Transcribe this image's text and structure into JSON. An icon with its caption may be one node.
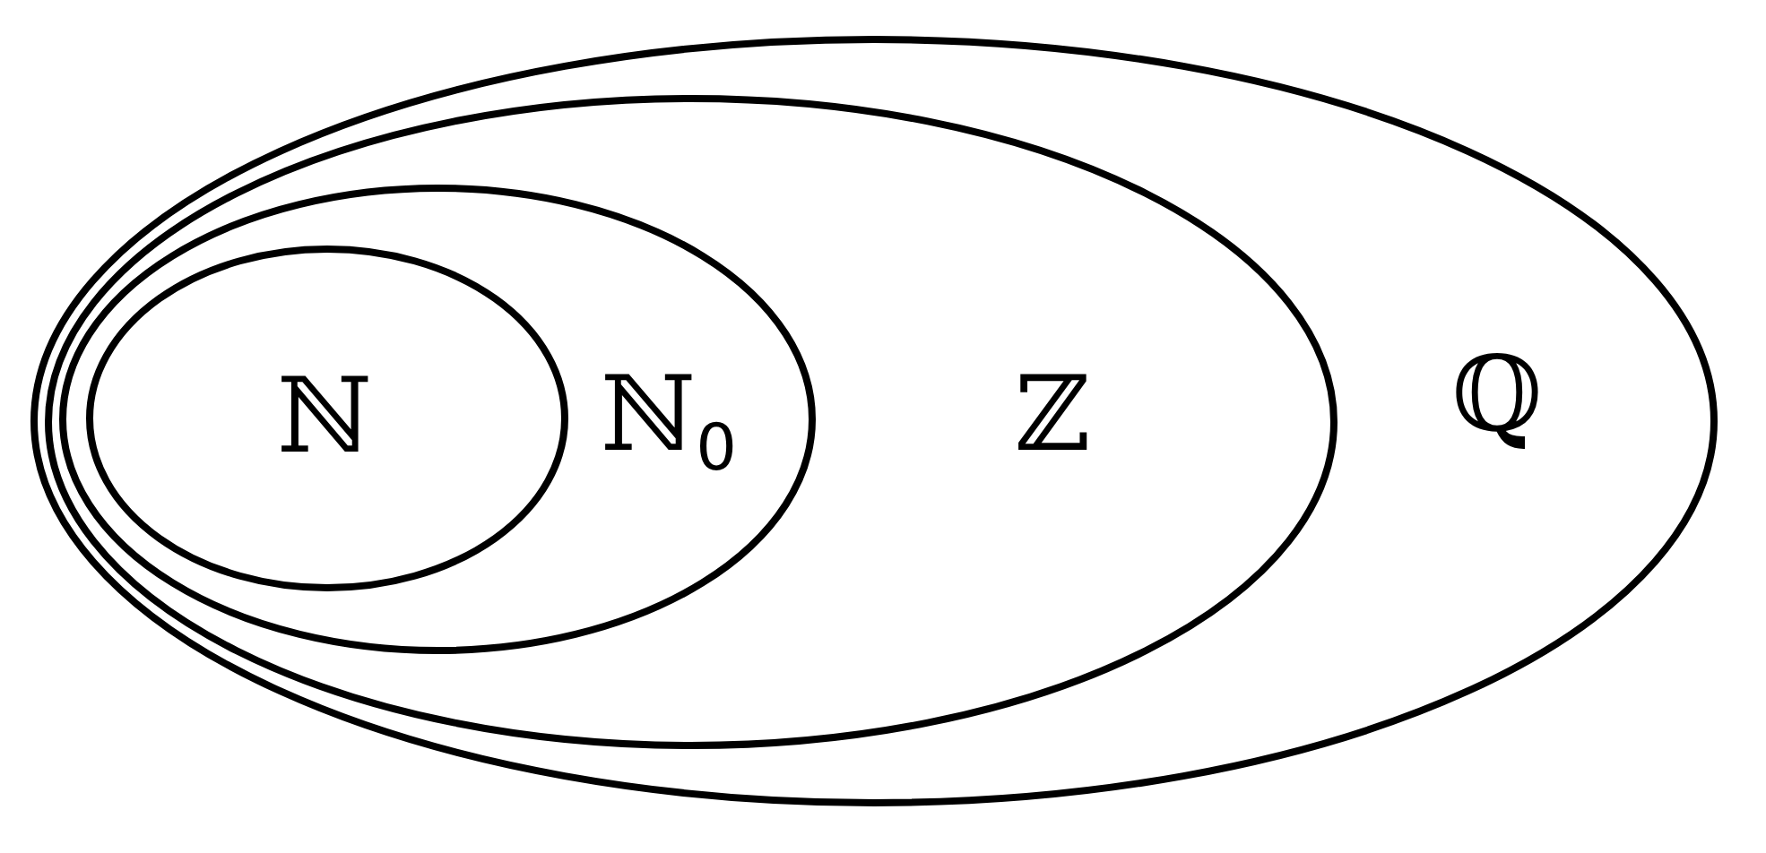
{
  "diagram": {
    "nodes": [
      {
        "text": [
          "ℚ"
        ]
      },
      {
        "text": [
          "ℤ"
        ],
        "in": 0
      },
      {
        "text": [
          "ℕ$_{0}$"
        ],
        "in": 1
      },
      {
        "text": [
          "ℕ"
        ],
        "in": 2
      }
    ]
  }
}
